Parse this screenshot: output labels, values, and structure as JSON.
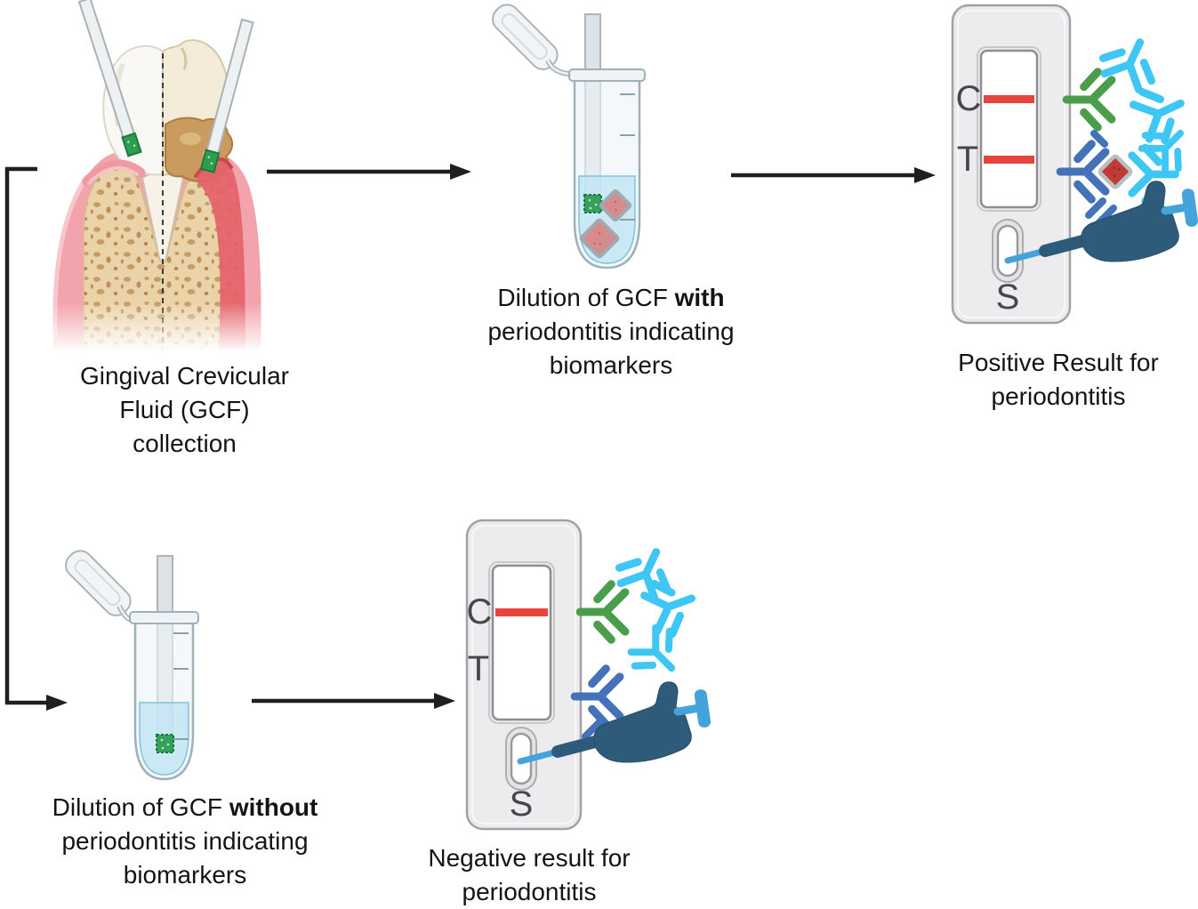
{
  "captions": {
    "collection": {
      "line1": "Gingival Crevicular",
      "line2": "Fluid (GCF)",
      "line3": "collection"
    },
    "dilution_with": {
      "line1_prefix": "Dilution of GCF",
      "line1_bold": "with",
      "line2": "periodontitis indicating",
      "line3": "biomarkers"
    },
    "positive_result": {
      "line1": "Positive Result for",
      "line2": "periodontitis"
    },
    "dilution_without": {
      "line1_prefix": "Dilution of GCF",
      "line1_bold": "without",
      "line2": "periodontitis indicating",
      "line3": "biomarkers"
    },
    "negative_result": {
      "line1": "Negative result for",
      "line2": "periodontitis"
    }
  },
  "cassette": {
    "control_label": "C",
    "test_label": "T",
    "sample_label": "S"
  },
  "tests": {
    "positive": {
      "lines_visible": [
        "C",
        "T"
      ]
    },
    "negative": {
      "lines_visible": [
        "C"
      ]
    }
  },
  "colors": {
    "arrow": "#1F1F1F",
    "test_line_red": "#E8443E",
    "antibody_cyan": "#3EC6F4",
    "antibody_green": "#4A9D4A",
    "antibody_blue": "#4472B8",
    "biomarker_red": "#C23A34",
    "biomarker_diluted_pink": "#D68C8C",
    "pipette_body": "#2E5B79",
    "pipette_accent": "#45A3DC",
    "cassette_body": "#ECECEE",
    "tube_liquid": "#C3E4F3",
    "strip_sensor_green": "#2F9D50",
    "gum_pink": "#F2A3AB",
    "gum_inflamed": "#E4616B",
    "bone_tan": "#EAD3A8"
  }
}
